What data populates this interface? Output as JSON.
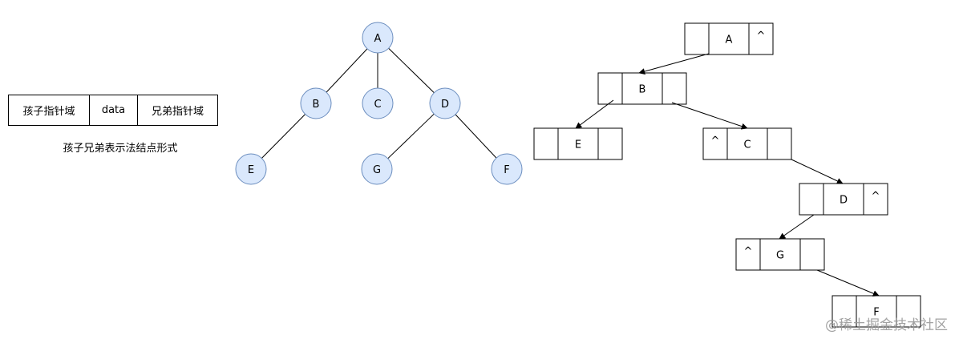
{
  "structure": {
    "fields": [
      "孩子指针域",
      "data",
      "兄弟指针域"
    ],
    "caption": "孩子兄弟表示法结点形式"
  },
  "tree": {
    "nodes": [
      "A",
      "B",
      "C",
      "D",
      "E",
      "G",
      "F"
    ],
    "edges": [
      [
        "A",
        "B"
      ],
      [
        "A",
        "C"
      ],
      [
        "A",
        "D"
      ],
      [
        "B",
        "E"
      ],
      [
        "D",
        "G"
      ],
      [
        "D",
        "F"
      ]
    ],
    "fill_color": "#dae8fc",
    "stroke_color": "#6c8ebf"
  },
  "representation": {
    "null_symbol": "^",
    "records": [
      {
        "data": "A",
        "child": "",
        "sibling": "^"
      },
      {
        "data": "B",
        "child": "",
        "sibling": ""
      },
      {
        "data": "E",
        "child": "",
        "sibling": ""
      },
      {
        "data": "C",
        "child": "^",
        "sibling": ""
      },
      {
        "data": "D",
        "child": "",
        "sibling": "^"
      },
      {
        "data": "G",
        "child": "^",
        "sibling": ""
      },
      {
        "data": "F",
        "child": "",
        "sibling": ""
      }
    ]
  },
  "watermark": "@稀土掘金技术社区"
}
